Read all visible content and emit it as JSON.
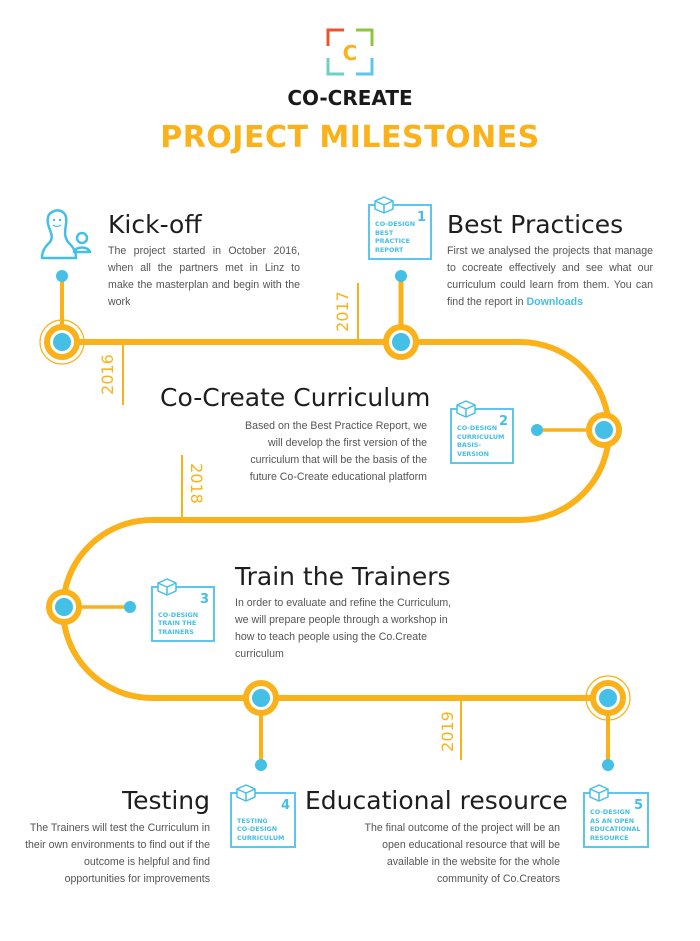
{
  "brand": {
    "name": "CO-CREATE",
    "logo_letter": "C",
    "logo_colors": {
      "top_left": "#e8562a",
      "top_right": "#8cc63f",
      "bottom_left": "#6fcfc2",
      "bottom_right": "#5cc6ec",
      "letter": "#fbb21a"
    }
  },
  "page": {
    "title": "PROJECT MILESTONES"
  },
  "colors": {
    "track": "#fbb21a",
    "node": "#44bfe6",
    "title": "#fbb21a",
    "badge": "#44bfe6",
    "text": "#555555"
  },
  "years": [
    "2016",
    "2017",
    "2018",
    "2019"
  ],
  "milestones": [
    {
      "title": "Kick-off",
      "icon": "people-icon",
      "description": "The project started in October 2016, when all the partners met in Linz to make the masterplan and begin with the work"
    },
    {
      "title": "Best Practices",
      "description_pre": "First we analysed the projects that manage to cocreate effectively and see what our curriculum could learn from them. You can find the report in ",
      "link": "Downloads",
      "badge": {
        "number": "1",
        "label": "CO-DESIGN\nBEST PRACTICE\nREPORT",
        "icon": "box-icon"
      }
    },
    {
      "title": "Co-Create Curriculum",
      "description": "Based on the Best Practice Report, we will develop the first version of the curriculum that will be the basis of the future Co-Create educational platform",
      "badge": {
        "number": "2",
        "label": "CO-DESIGN\nCURRICULUM\nBASIS-VERSION",
        "icon": "box-icon"
      }
    },
    {
      "title": "Train the Trainers",
      "description": "In order to evaluate and refine the Curriculum, we will prepare people through a workshop in how to teach people using the Co.Create curriculum",
      "badge": {
        "number": "3",
        "label": "CO-DESIGN\nTRAIN THE\nTRAINERS",
        "icon": "box-icon"
      }
    },
    {
      "title": "Testing",
      "description": "The Trainers will test the Curriculum in their own environments to find out if the outcome is helpful and find opportunities for improvements",
      "badge": {
        "number": "4",
        "label": "TESTING\nCO-DESIGN\nCURRICULUM",
        "icon": "box-icon"
      }
    },
    {
      "title": "Educational resource",
      "description": "The final outcome of the project will be an open educational resource that will be available in the website for the whole community of Co.Creators",
      "badge": {
        "number": "5",
        "label": "CO-DESIGN\nAS AN OPEN\nEDUCATIONAL\nRESOURCE",
        "icon": "box-icon"
      }
    }
  ]
}
